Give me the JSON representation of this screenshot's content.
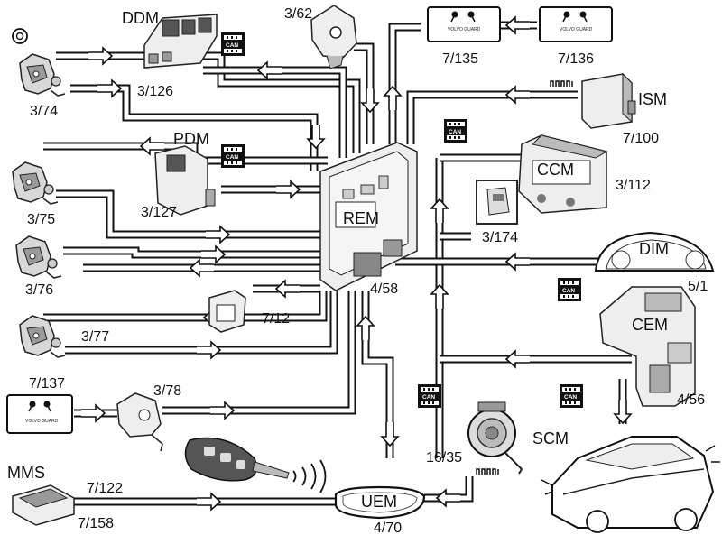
{
  "labels": {
    "ddm": "DDM",
    "pdm": "PDM",
    "rem": "REM",
    "ccm": "CCM",
    "dim": "DIM",
    "cem": "CEM",
    "ism": "ISM",
    "scm": "SCM",
    "uem": "UEM",
    "mms": "MMS",
    "c3_62": "3/62",
    "c7_135": "7/135",
    "c7_136": "7/136",
    "c3_126": "3/126",
    "c3_74": "3/74",
    "c7_100": "7/100",
    "c3_112": "3/112",
    "c3_127": "3/127",
    "c3_75": "3/75",
    "c3_174": "3/174",
    "c3_76": "3/76",
    "c4_58": "4/58",
    "c5_1": "5/1",
    "c7_12": "7/12",
    "c3_77": "3/77",
    "c7_137": "7/137",
    "c3_78": "3/78",
    "c4_56": "4/56",
    "c16_35": "16/35",
    "c7_122": "7/122",
    "c7_158": "7/158",
    "c4_70": "4/70"
  },
  "badges": {
    "can_text": "CAN",
    "guard_text": "VOLVO GUARD"
  },
  "icons": {
    "can_bus": "can-bus-icon",
    "lin_bus": "lin-bus-icon",
    "key_fob": "key-fob-icon",
    "car": "car-icon",
    "lock_actuator": "door-lock-icon",
    "siren": "siren-icon",
    "mirror": "mirror-icon"
  }
}
